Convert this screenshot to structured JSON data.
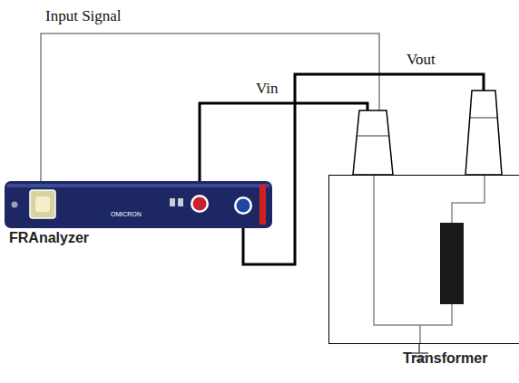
{
  "diagram": {
    "nodes": [
      {
        "text": [
          "FRAnalyzer"
        ]
      },
      {
        "text": [
          "Transformer"
        ]
      }
    ],
    "edges": [
      {
        "from": 0,
        "to": 1,
        "arrow": "none",
        "label": "Input Signal"
      },
      {
        "from": 0,
        "to": 1,
        "arrow": "none",
        "label": "Vin"
      },
      {
        "from": 0,
        "to": 1,
        "arrow": "none",
        "label": "Vout"
      }
    ],
    "labels": [
      "OMICRON"
    ]
  }
}
